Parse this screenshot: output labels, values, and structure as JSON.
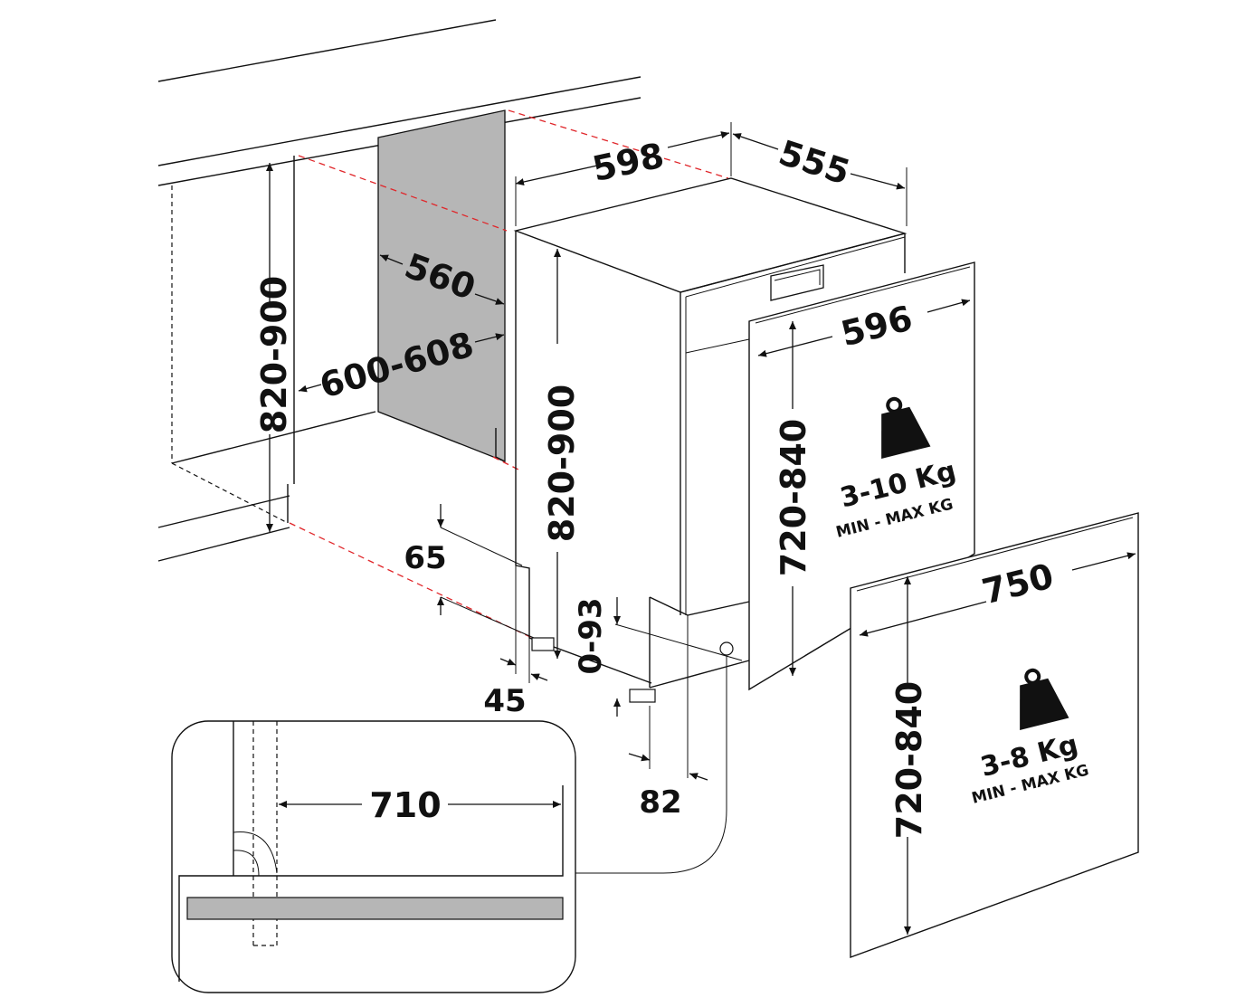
{
  "dimensions": {
    "cabinet_height": "820-900",
    "niche_width": "600-608",
    "niche_depth": "560",
    "appliance_width": "598",
    "appliance_depth": "555",
    "appliance_height": "820-900",
    "plinth_recess": "65",
    "foot_offset": "45",
    "foot_adjust": "0-93",
    "plinth_depth": "82",
    "inner_panel_width": "596",
    "inner_panel_height": "720-840",
    "outer_panel_width": "750",
    "outer_panel_height": "720-840",
    "detail_width": "710"
  },
  "weights": {
    "inner_panel": {
      "value": "3-10 Kg",
      "caption": "MIN - MAX KG"
    },
    "outer_panel": {
      "value": "3-8 Kg",
      "caption": "MIN - MAX KG"
    }
  },
  "icons": [
    "weight-icon",
    "weight-icon"
  ]
}
